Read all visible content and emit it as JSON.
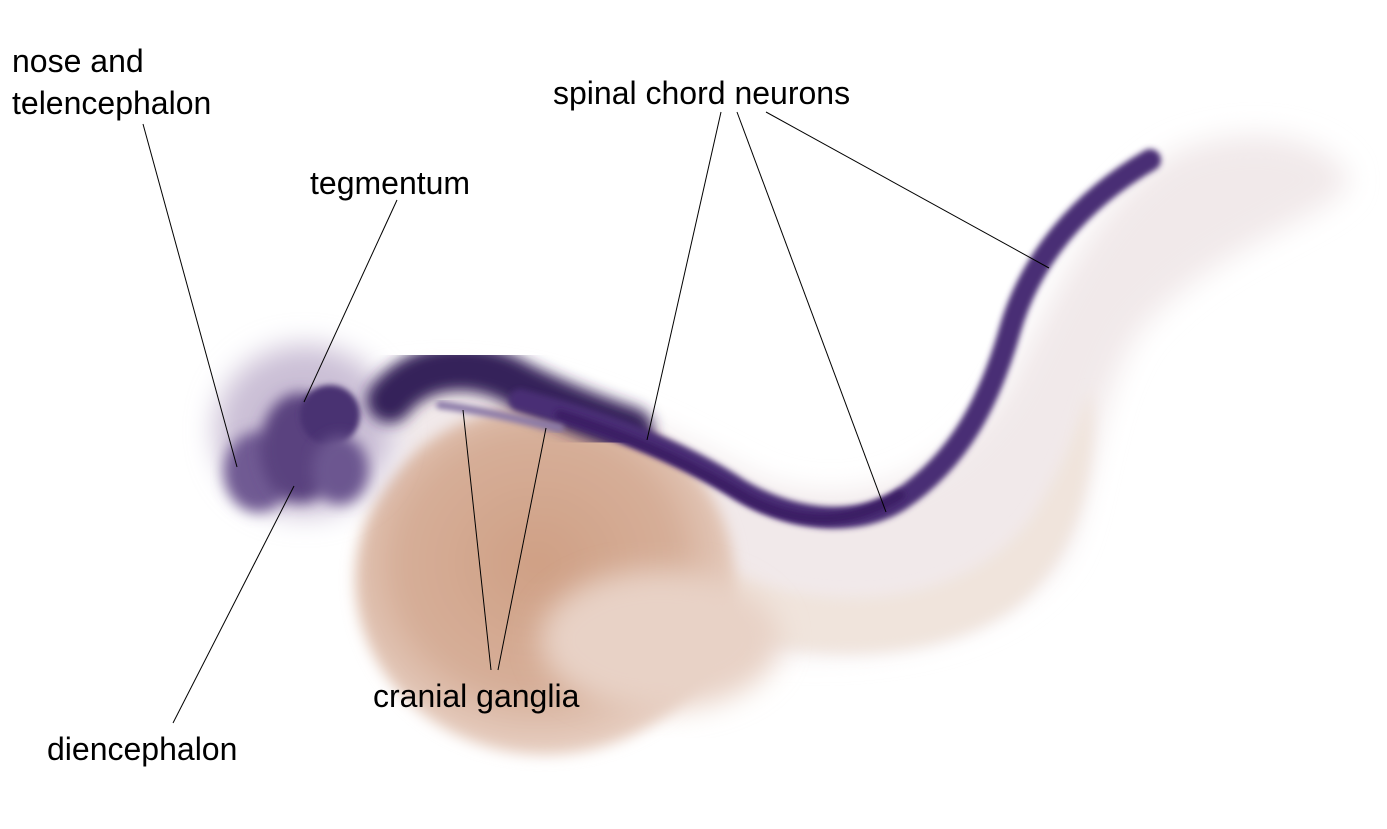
{
  "labels": {
    "nose_line1": "nose and",
    "nose_line2": "telencephalon",
    "tegmentum": "tegmentum",
    "spinal": "spinal chord neurons",
    "cranial": "cranial ganglia",
    "diencephalon": "diencephalon"
  },
  "colors": {
    "stain": "#3a1f63",
    "yolk": "#cc9f85",
    "tissue": "#efe6e6",
    "background": "#ffffff",
    "line": "#000000"
  }
}
